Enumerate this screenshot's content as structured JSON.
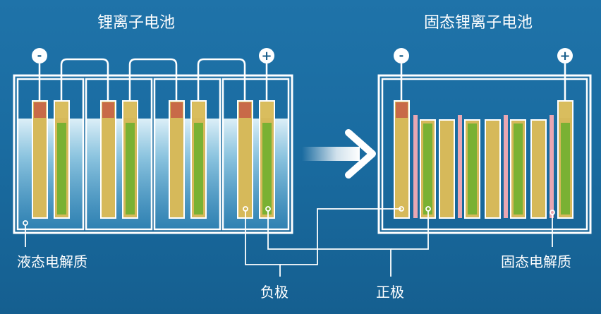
{
  "titles": {
    "liquid_battery": "锂离子电池",
    "solid_battery": "固态锂离子电池"
  },
  "labels": {
    "liquid_electrolyte": "液态电解质",
    "solid_electrolyte": "固态电解质",
    "anode": "负极",
    "cathode": "正极"
  },
  "terminals": {
    "negative": "-",
    "positive": "+"
  },
  "colors": {
    "background": "#1a6ca1",
    "frame": "#ffffff",
    "electrode_outer": "#d6b95a",
    "anode_cap": "#c86a48",
    "cathode_cap": "#d9bd5e",
    "cathode_inner": "#7ab133",
    "anode_inner": "#d4b455",
    "solid_electrolyte": "#e9a7b3",
    "liquid_electrolyte": "#cfe9f5"
  }
}
